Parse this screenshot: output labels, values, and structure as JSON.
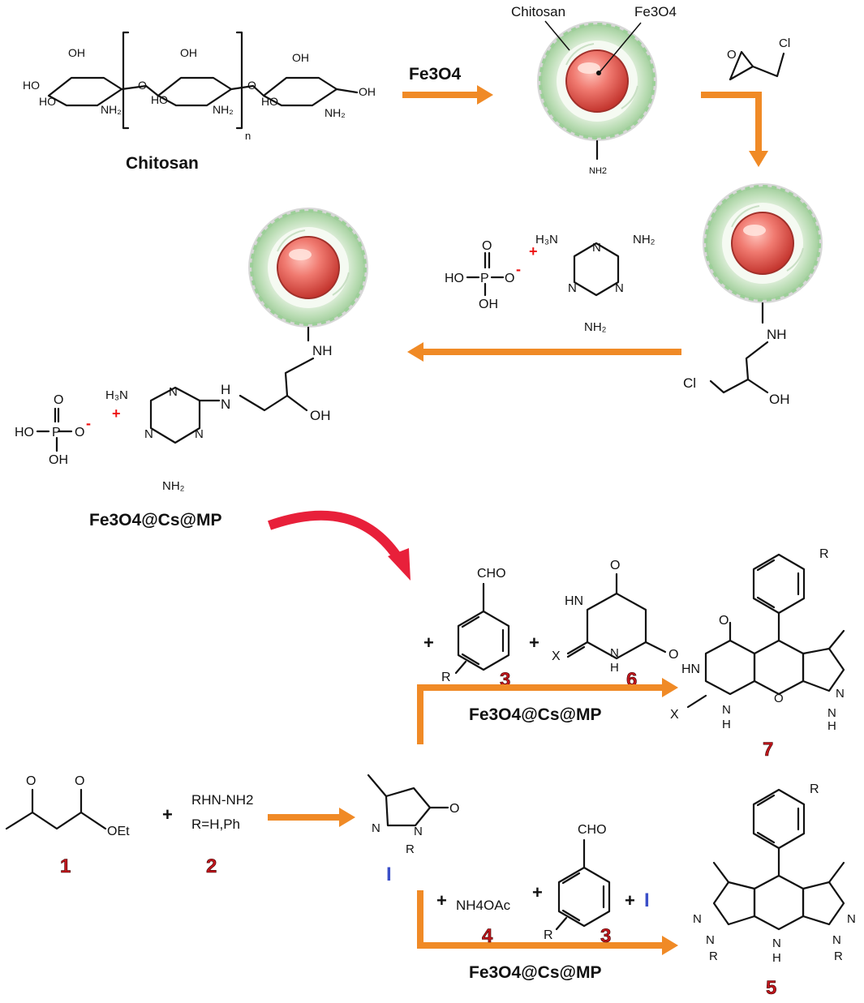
{
  "labels": {
    "chitosan_name": "Chitosan",
    "chitosan_shell": "Chitosan",
    "fe3o4_core": "Fe3O4",
    "step1_reagent": "Fe3O4",
    "catalyst_name": "Fe3O4@Cs@MP",
    "catalyst_arrow_1": "Fe3O4@Cs@MP",
    "catalyst_arrow_2": "Fe3O4@Cs@MP",
    "nh2_particle": "NH2",
    "nh_linker": "NH",
    "oh_linker": "OH",
    "cl_linker": "Cl",
    "cl_epi": "Cl",
    "hydrazine": "RHN-NH2",
    "r_def": "R=H,Ph",
    "ammonium": "NH4OAc",
    "oet": "OEt",
    "cho_1": "CHO",
    "cho_2": "CHO",
    "x_1": "X",
    "x_2": "X",
    "n_sub": "n"
  },
  "compounds": {
    "c1": "1",
    "c2": "2",
    "cI": "I",
    "cI2": "I",
    "c3a": "3",
    "c3b": "3",
    "c4": "4",
    "c5": "5",
    "c6": "6",
    "c7": "7"
  },
  "colors": {
    "arrow": "#f08a26",
    "curved_arrow": "#e8203a",
    "compound_number": "#c0161c",
    "intermediate_I": "#3b4fc8",
    "core": "#e8605c",
    "shell": "#b8dcb4"
  }
}
